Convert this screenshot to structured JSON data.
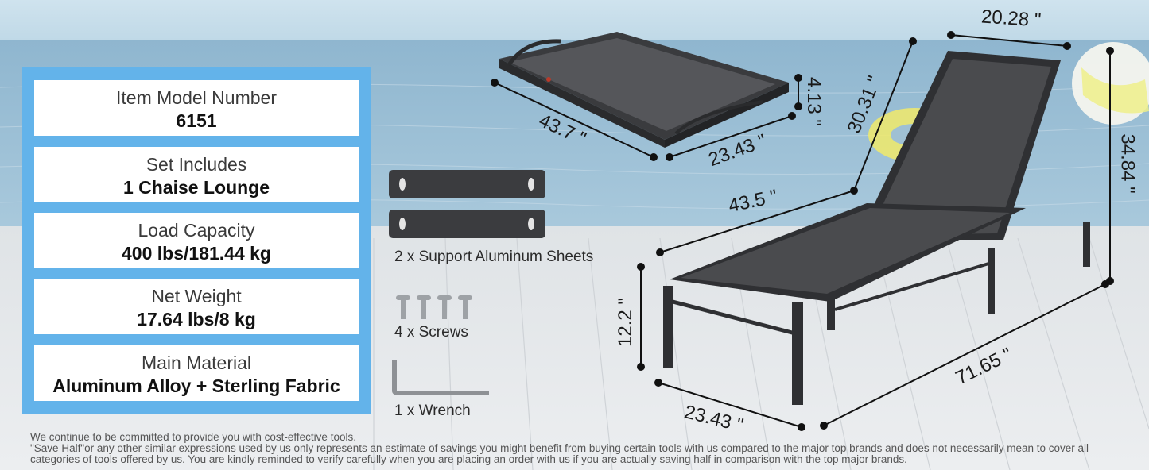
{
  "specs": [
    {
      "label": "Item Model Number",
      "value": "6151"
    },
    {
      "label": "Set Includes",
      "value": "1 Chaise Lounge"
    },
    {
      "label": "Load Capacity",
      "value": "400 lbs/181.44 kg"
    },
    {
      "label": "Net Weight",
      "value": "17.64 lbs/8 kg"
    },
    {
      "label": "Main Material",
      "value": "Aluminum Alloy + Sterling Fabric"
    }
  ],
  "accessories": {
    "sheets": "2 x Support Aluminum Sheets",
    "screws": "4 x Screws",
    "wrench": "1 x Wrench"
  },
  "dimensions": {
    "folded_length": "43.7 \"",
    "folded_width": "23.43 \"",
    "folded_height": "4.13 \"",
    "back_width": "20.28 \"",
    "back_length": "30.31 \"",
    "back_height": "34.84 \"",
    "seat_length": "43.5 \"",
    "seat_height": "12.2 \"",
    "total_length": "71.65 \"",
    "total_width": "23.43 \""
  },
  "footer": {
    "line1": "We continue to be committed to provide you with cost-effective tools.",
    "line2": "\"Save Half\"or any other similar expressions used by us only represents an estimate of savings you might benefit from buying certain tools with us compared to the major top brands and does not necessarily mean to cover all",
    "line3": "categories of tools offered by us. You are kindly reminded to verify carefully when you are placing an order with us if you are actually saving half in comparison with the top major brands."
  },
  "colors": {
    "panel": "#63b3ea",
    "frame": "#2f3033",
    "fabric": "#4a4b4e"
  }
}
